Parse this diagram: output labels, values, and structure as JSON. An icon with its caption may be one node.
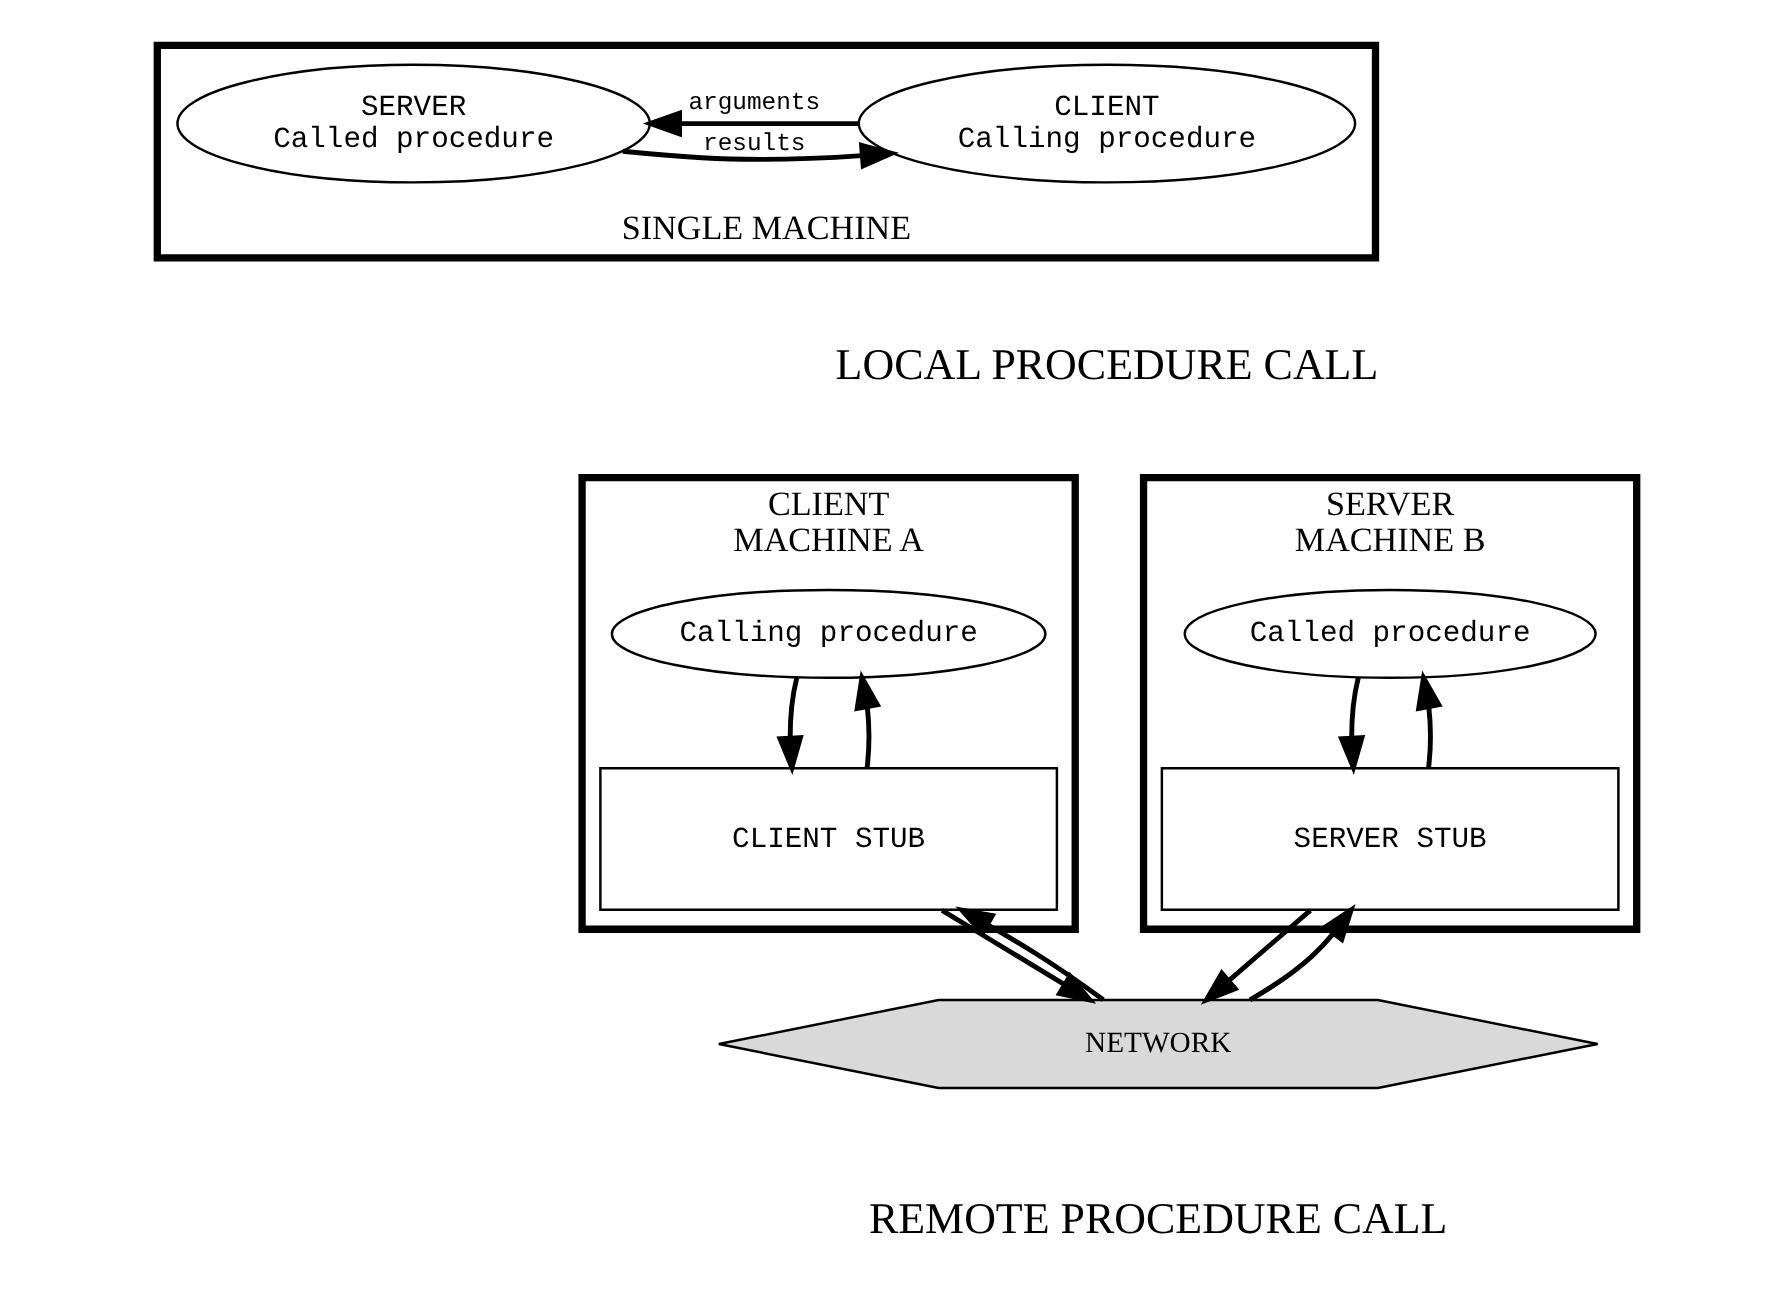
{
  "diagram": {
    "nodes": [
      {
        "text": [
          "SINGLE MACHINE"
        ]
      },
      {
        "text": [
          "CLIENT",
          "Calling procedure"
        ],
        "in": 0
      },
      {
        "text": [
          "SERVER",
          "Called procedure"
        ],
        "in": 0
      },
      {
        "text": [
          "CLIENT",
          "MACHINE A"
        ]
      },
      {
        "text": [
          "Calling procedure"
        ],
        "in": 3
      },
      {
        "text": [
          "CLIENT STUB"
        ],
        "in": 3
      },
      {
        "text": [
          "SERVER",
          "MACHINE B"
        ]
      },
      {
        "text": [
          "Called procedure"
        ],
        "in": 6
      },
      {
        "text": [
          "SERVER STUB"
        ],
        "in": 6
      },
      {
        "text": [
          "NETWORK"
        ]
      }
    ],
    "edges": [
      {
        "from": 1,
        "to": 2,
        "arrow": "to",
        "label": "arguments"
      },
      {
        "from": 2,
        "to": 1,
        "arrow": "to",
        "label": "results"
      },
      {
        "from": 4,
        "to": 5,
        "arrow": "to"
      },
      {
        "from": 5,
        "to": 4,
        "arrow": "to"
      },
      {
        "from": 5,
        "to": 9,
        "arrow": "to"
      },
      {
        "from": 9,
        "to": 5,
        "arrow": "to"
      },
      {
        "from": 9,
        "to": 8,
        "arrow": "to"
      },
      {
        "from": 8,
        "to": 7,
        "arrow": "to"
      },
      {
        "from": 7,
        "to": 8,
        "arrow": "to"
      },
      {
        "from": 8,
        "to": 9,
        "arrow": "to"
      }
    ],
    "labels": [
      "LOCAL PROCEDURE CALL",
      "REMOTE PROCEDURE CALL"
    ]
  }
}
